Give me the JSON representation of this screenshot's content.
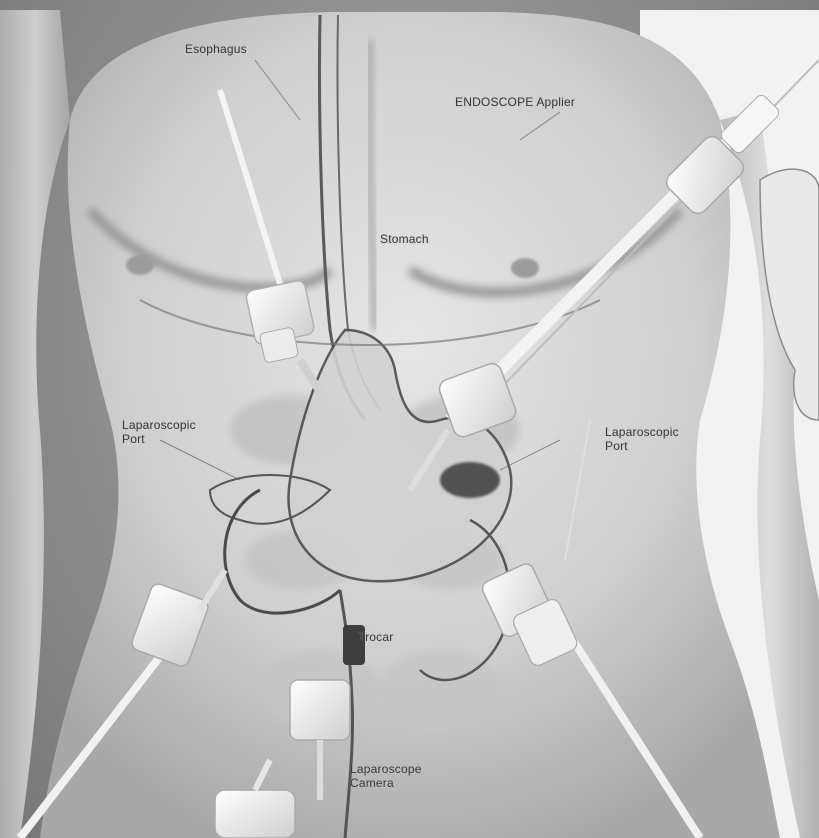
{
  "labels": {
    "esophagus": "Esophagus",
    "endoscope": "ENDOSCOPE Applier",
    "stomach": "Stomach",
    "left_port": "Laparoscopic Port",
    "right_port": "Laparoscopic Port",
    "trocar": "Trocar",
    "lower": "Laparoscope Camera"
  },
  "colors": {
    "background": "#8a8a8a",
    "skin_light": "#e2e2e2",
    "skin_mid": "#c7c7c7",
    "skin_shadow": "#9c9c9c",
    "instrument": "#f0f0f0",
    "organ_line": "#4a4a4a"
  }
}
